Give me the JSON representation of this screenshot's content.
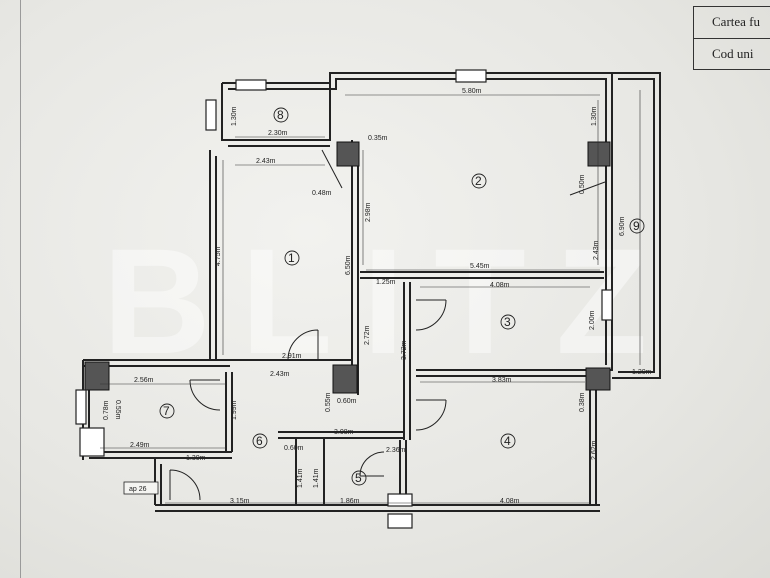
{
  "header_table": {
    "row1": "Cartea fu",
    "row2": "Cod uni"
  },
  "watermark": "BLITZ",
  "rooms": [
    "1",
    "2",
    "3",
    "4",
    "5",
    "6",
    "7",
    "8",
    "9"
  ],
  "dimensions": {
    "d_580": "5.80m",
    "d_130a": "1.30m",
    "d_230": "2.30m",
    "d_035": "0.35m",
    "d_130b": "1.30m",
    "d_243a": "2.43m",
    "d_048": "0.48m",
    "d_050": "0.50m",
    "d_298": "2.98m",
    "d_475": "4.75m",
    "d_650": "6.50m",
    "d_243b": "2.43m",
    "d_690": "6.90m",
    "d_125": "1.25m",
    "d_545": "5.45m",
    "d_408a": "4.08m",
    "d_272": "2.72m",
    "d_200": "2.00m",
    "d_291": "2.91m",
    "d_243c": "2.43m",
    "d_372": "3.72m",
    "d_120": "1.20m",
    "d_256": "2.56m",
    "d_383": "3.83m",
    "d_055": "0.55m",
    "d_060a": "0.60m",
    "d_038": "0.38m",
    "d_078": "0.78m",
    "d_055b": "0.55m",
    "d_199": "1.99m",
    "d_249": "2.49m",
    "d_308": "3.08m",
    "d_060b": "0.60m",
    "d_236": "2.36m",
    "d_262": "2.62m",
    "d_130c": "1.30m",
    "d_141a": "1.41m",
    "d_141b": "1.41m",
    "d_315": "3.15m",
    "d_186": "1.86m",
    "d_408b": "4.08m"
  },
  "apartment_label": "ap 26"
}
